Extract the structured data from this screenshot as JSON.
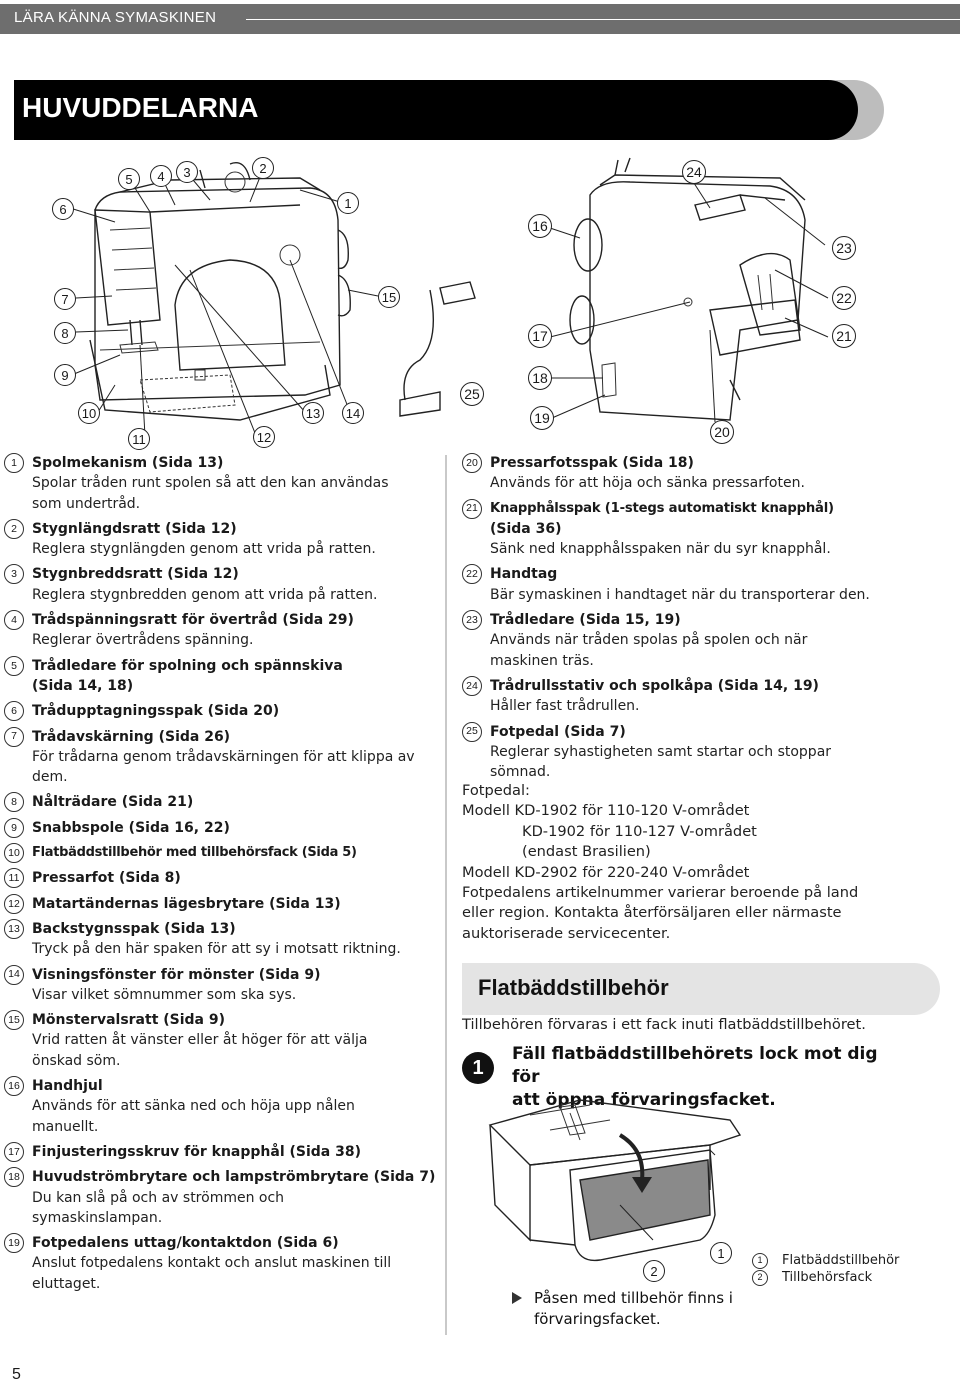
{
  "header": {
    "section": "LÄRA KÄNNA SYMASKINEN"
  },
  "title": "HUVUDDELARNA",
  "figure_callouts": {
    "front": [
      "1",
      "2",
      "3",
      "4",
      "5",
      "6",
      "7",
      "8",
      "9",
      "10",
      "11",
      "12",
      "13",
      "14",
      "15"
    ],
    "side": [
      "16",
      "17",
      "18",
      "19",
      "20",
      "21",
      "22",
      "23",
      "24",
      "25"
    ]
  },
  "parts_left": [
    {
      "num": "1",
      "name": "Spolmekanism (Sida 13)",
      "desc": [
        "Spolar tråden runt spolen så att den kan användas",
        "som undertråd."
      ]
    },
    {
      "num": "2",
      "name": "Stygnlängdsratt (Sida 12)",
      "desc": [
        "Reglera stygnlängden genom att vrida på ratten."
      ]
    },
    {
      "num": "3",
      "name": "Stygnbreddsratt (Sida 12)",
      "desc": [
        "Reglera stygnbredden genom att vrida på ratten."
      ]
    },
    {
      "num": "4",
      "name": "Trådspänningsratt för övertråd (Sida 29)",
      "desc": [
        "Reglerar övertrådens spänning."
      ]
    },
    {
      "num": "5",
      "name": "Trådledare för spolning och spännskiva",
      "desc": [],
      "name2": "(Sida 14, 18)"
    },
    {
      "num": "6",
      "name": "Trådupptagningsspak (Sida 20)",
      "desc": []
    },
    {
      "num": "7",
      "name": "Trådavskärning (Sida 26)",
      "desc": [
        "För trådarna genom trådavskärningen för att klippa av",
        "dem."
      ]
    },
    {
      "num": "8",
      "name": "Nålträdare (Sida 21)",
      "desc": []
    },
    {
      "num": "9",
      "name": "Snabbspole (Sida 16, 22)",
      "desc": []
    },
    {
      "num": "10",
      "name": "Flatbäddstillbehör med tillbehörsfack (Sida 5)",
      "desc": []
    },
    {
      "num": "11",
      "name": "Pressarfot (Sida 8)",
      "desc": []
    },
    {
      "num": "12",
      "name": "Matartändernas lägesbrytare (Sida 13)",
      "desc": []
    },
    {
      "num": "13",
      "name": "Backstygnsspak (Sida 13)",
      "desc": [
        "Tryck på den här spaken för att sy i motsatt riktning."
      ]
    },
    {
      "num": "14",
      "name": "Visningsfönster för mönster (Sida 9)",
      "desc": [
        "Visar vilket sömnummer som ska sys."
      ]
    },
    {
      "num": "15",
      "name": "Mönstervalsratt (Sida 9)",
      "desc": [
        "Vrid ratten åt vänster eller åt höger för att välja",
        "önskad söm."
      ]
    },
    {
      "num": "16",
      "name": "Handhjul",
      "desc": [
        "Används för att sänka ned och höja upp nålen",
        "manuellt."
      ]
    },
    {
      "num": "17",
      "name": "Finjusteringsskruv för knapphål (Sida 38)",
      "desc": []
    },
    {
      "num": "18",
      "name": "Huvudströmbrytare och lampströmbrytare (Sida 7)",
      "desc": [
        "Du kan slå på och av strömmen och",
        "symaskinslampan."
      ]
    },
    {
      "num": "19",
      "name": "Fotpedalens uttag/kontaktdon (Sida 6)",
      "desc": [
        "Anslut fotpedalens kontakt och anslut maskinen till",
        "eluttaget."
      ]
    }
  ],
  "parts_right": [
    {
      "num": "20",
      "name": "Pressarfotsspak (Sida 18)",
      "desc": [
        "Används för att höja och sänka pressarfoten."
      ]
    },
    {
      "num": "21",
      "name": "Knapphålsspak (1-stegs automatiskt knapphål)",
      "name2": "(Sida 36)",
      "desc": [
        "Sänk ned knapphålsspaken när du syr knapphål."
      ]
    },
    {
      "num": "22",
      "name": "Handtag",
      "desc": [
        "Bär symaskinen i handtaget när du transporterar den."
      ]
    },
    {
      "num": "23",
      "name": "Trådledare (Sida 15, 19)",
      "desc": [
        "Används när tråden spolas på spolen och när",
        "maskinen träs."
      ]
    },
    {
      "num": "24",
      "name": "Trådrullsstativ och spolkåpa (Sida 14, 19)",
      "desc": [
        "Håller fast trådrullen."
      ]
    },
    {
      "num": "25",
      "name": "Fotpedal (Sida 7)",
      "desc": [
        "Reglerar syhastigheten samt startar och stoppar",
        "sömnad."
      ]
    }
  ],
  "pedal_info": [
    "Fotpedal:",
    "Modell KD-1902 för 110-120 V-området",
    "KD-1902 för 110-127 V-området",
    "(endast Brasilien)",
    "Modell KD-2902 för 220-240 V-området",
    "Fotpedalens artikelnummer varierar beroende på land",
    "eller region. Kontakta återförsäljaren eller närmaste",
    "auktoriserade servicecenter."
  ],
  "section2": {
    "title": "Flatbäddstillbehör",
    "intro": "Tillbehören förvaras i ett fack inuti flatbäddstillbehöret.",
    "step_number": "1",
    "step_text": [
      "Fäll flatbäddstillbehörets lock mot dig för",
      "att öppna förvaringsfacket."
    ],
    "figure_callouts": [
      "1",
      "2"
    ],
    "legend": [
      {
        "num": "1",
        "label": "Flatbäddstillbehör"
      },
      {
        "num": "2",
        "label": "Tillbehörsfack"
      }
    ],
    "result": [
      "Påsen med tillbehör finns i",
      "förvaringsfacket."
    ]
  },
  "page_number": "5"
}
